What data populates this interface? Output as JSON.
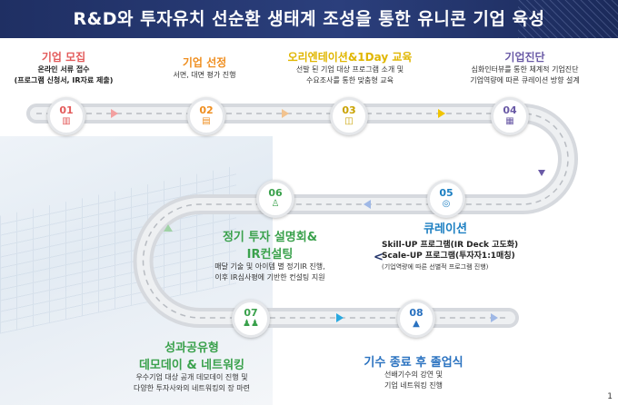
{
  "header": {
    "title": "R&D와 투자유치 선순환 생태계 조성을 통한 유니콘 기업 육성"
  },
  "colors": {
    "header_bg": "#23346b",
    "step1": "#e35b5b",
    "step2": "#ef8e1f",
    "step3": "#e0b600",
    "step4": "#6a5aa6",
    "step5": "#1c7fc2",
    "step6": "#3aa14c",
    "step7": "#3aa14c",
    "step8": "#2a72c0",
    "path": "#c9cdd3",
    "arrow_yellow": "#f0c400",
    "arrow_purple": "#6a5aa6",
    "arrow_blue": "#2aa9e0"
  },
  "steps": [
    {
      "num": "01",
      "icon": "building-icon",
      "title": "기업 모집",
      "lines": [
        "온라인 서류 접수",
        "(프로그램 신청서, IR자료 제출)"
      ]
    },
    {
      "num": "02",
      "icon": "document-icon",
      "title": "기업 선정",
      "lines": [
        "서면, 대면 평가 진행"
      ]
    },
    {
      "num": "03",
      "icon": "presentation-icon",
      "title": "오리엔테이션&1Day 교육",
      "lines": [
        "선발 된 기업 대상 프로그램 소개 및",
        "수요조사를 통한 맞춤형 교육"
      ]
    },
    {
      "num": "04",
      "icon": "chart-icon",
      "title": "기업진단",
      "lines": [
        "심화인터뷰를 통한 체계적 기업진단",
        "기업역량에 따른 큐레이션 방향 설계"
      ]
    },
    {
      "num": "05",
      "icon": "target-icon",
      "title": "큐레이션",
      "lines": [
        "Skill-UP 프로그램(IR Deck 고도화)",
        "Scale-UP 프로그램(투자자1:1매칭)",
        "(기업역량에 따른 선별적 프로그램 진행)"
      ]
    },
    {
      "num": "06",
      "icon": "presenter-icon",
      "title_lines": [
        "정기 투자 설명회&",
        "IR컨설팅"
      ],
      "lines": [
        "매달 기술 및 아이템 별 정기IR 진행,",
        "이후 IR심사평에 기반한 컨설팅 지원"
      ]
    },
    {
      "num": "07",
      "icon": "audience-icon",
      "title_lines": [
        "성과공유형",
        "데모데이 & 네트워킹"
      ],
      "lines": [
        "우수기업 대상 공개 데모데이 진행 및",
        "다양한 투자사와의 네트워킹의 장 마련"
      ]
    },
    {
      "num": "08",
      "icon": "graduation-icon",
      "title": "기수 종료 후 졸업식",
      "lines": [
        "선배기수의 강연 및",
        "기업 네트워킹 진행"
      ]
    }
  ],
  "page_number": "1"
}
